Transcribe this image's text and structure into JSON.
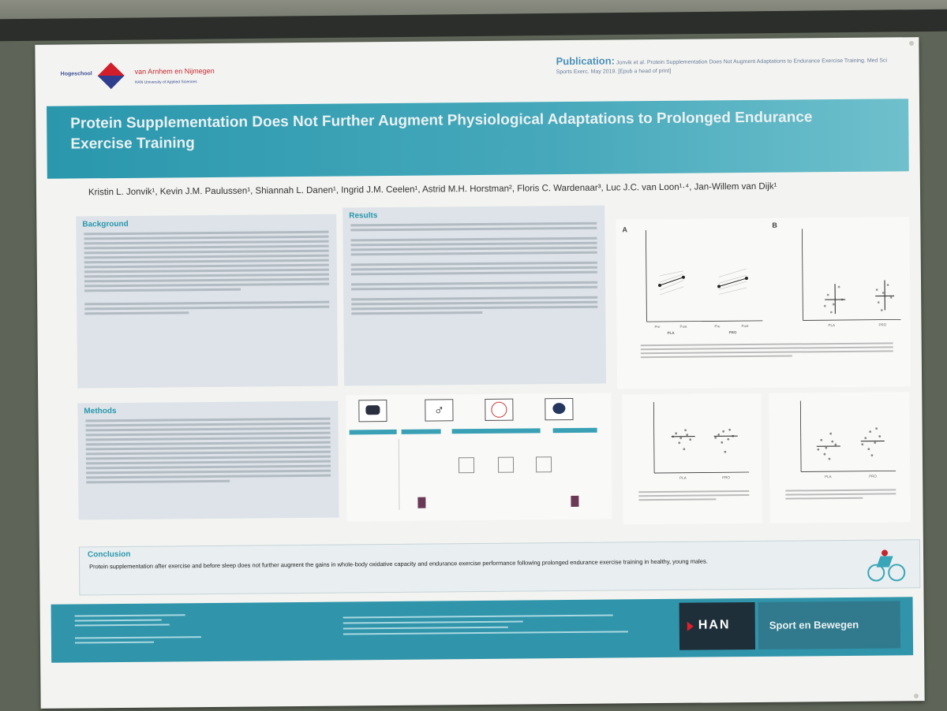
{
  "publication": {
    "label": "Publication:",
    "text": "Jonvik et al. Protein Supplementation Does Not Augment Adaptations to Endurance Exercise Training. Med Sci Sports Exerc. May 2019. [Epub a head of print]"
  },
  "title": "Protein Supplementation Does Not Further Augment Physiological Adaptations to Prolonged Endurance Exercise Training",
  "authors": "Kristin L. Jonvik¹, Kevin J.M. Paulussen¹, Shiannah L. Danen¹, Ingrid J.M. Ceelen¹, Astrid M.H. Horstman², Floris C. Wardenaar³, Luc J.C. van Loon¹·⁴, Jan-Willem van Dijk¹",
  "logo": {
    "left": "Hogeschool",
    "right": "van Arnhem en Nijmegen",
    "sub": "HAN University of Applied Sciences"
  },
  "sections": {
    "background": "Background",
    "results": "Results",
    "methods": "Methods",
    "conclusion": "Conclusion"
  },
  "conclusion_text": "Protein supplementation after exercise and before sleep does not further augment the gains in whole-body oxidative capacity and endurance exercise performance following prolonged endurance exercise training in healthy, young males.",
  "figure_a": {
    "panel": "A",
    "groups": [
      "PLA",
      "PRO"
    ],
    "ticks": [
      "Pre",
      "Post",
      "Pre",
      "Post"
    ]
  },
  "figure_b": {
    "panel": "B",
    "categories": [
      "PLA",
      "PRO"
    ]
  },
  "figure_c": {
    "categories": [
      "PLA",
      "PRO"
    ]
  },
  "figure_d": {
    "categories": [
      "PLA",
      "PRO"
    ]
  },
  "brand": {
    "han": "HAN",
    "sport": "Sport en Bewegen"
  },
  "colors": {
    "accent": "#2a97ad",
    "banner": "#3aa0b5",
    "footer": "#3094aa",
    "han_red": "#e2202a"
  }
}
